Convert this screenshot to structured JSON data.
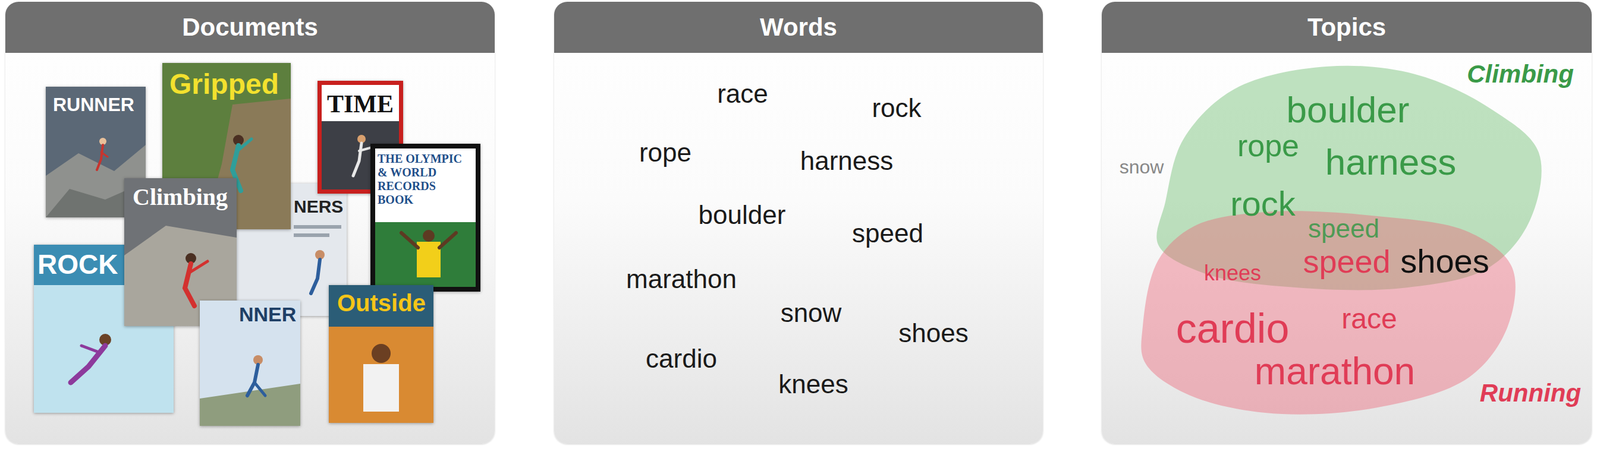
{
  "diagram": {
    "nodes": [
      {
        "text": [
          "Documents"
        ]
      },
      {
        "text": [
          "RUNNER"
        ],
        "in": 0
      },
      {
        "text": [
          "Gripped"
        ],
        "in": 0
      },
      {
        "text": [
          "TIME"
        ],
        "in": 0
      },
      {
        "text": [
          "THE OLYMPIC & WORLD RECORDS BOOK"
        ],
        "in": 0
      },
      {
        "text": [
          "Climbing"
        ],
        "in": 0
      },
      {
        "text": [
          "NERS"
        ],
        "in": 0
      },
      {
        "text": [
          "ROCK"
        ],
        "in": 0
      },
      {
        "text": [
          "NNER"
        ],
        "in": 0
      },
      {
        "text": [
          "Outside"
        ],
        "in": 0
      },
      {
        "text": [
          "Words"
        ]
      },
      {
        "text": [
          "Topics"
        ]
      },
      {
        "text": [
          "Climbing",
          "boulder",
          "rope",
          "harness",
          "rock",
          "speed"
        ],
        "in": 11
      },
      {
        "text": [
          "Running",
          "speed",
          "knees",
          "cardio",
          "race",
          "marathon"
        ],
        "in": 11
      }
    ],
    "labels": [
      "race",
      "rock",
      "rope",
      "harness",
      "boulder",
      "speed",
      "marathon",
      "snow",
      "shoes",
      "cardio",
      "knees",
      "snow",
      "shoes"
    ]
  }
}
